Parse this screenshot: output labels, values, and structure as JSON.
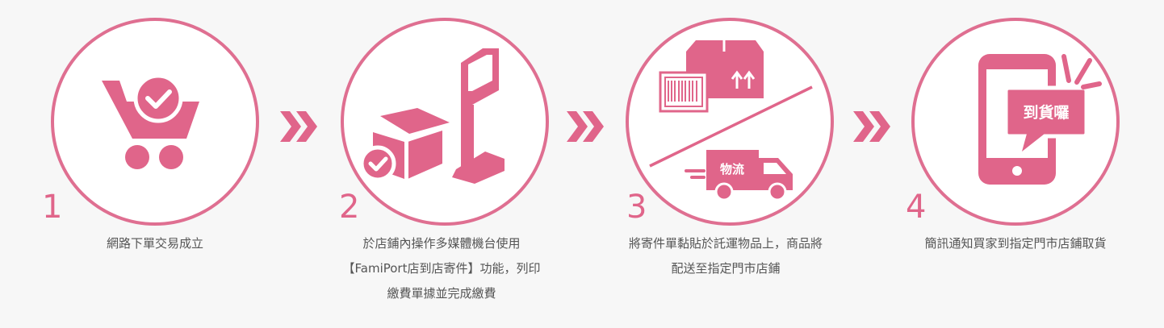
{
  "colors": {
    "accent": "#e0658a",
    "ring": "#df6f91",
    "text": "#555555",
    "background": "#f7f7f7"
  },
  "steps": [
    {
      "number": "1",
      "icon": "shopping-cart-check-icon",
      "caption_lines": [
        "網路下單交易成立"
      ]
    },
    {
      "number": "2",
      "icon": "kiosk-box-check-icon",
      "caption_lines": [
        "於店鋪內操作多媒體機台使用",
        "【FamiPort店到店寄件】功能，列印",
        "繳費單據並完成繳費"
      ]
    },
    {
      "number": "3",
      "icon": "parcel-label-truck-icon",
      "truck_label": "物流",
      "caption_lines": [
        "將寄件單黏貼於託運物品上，商品將",
        "配送至指定門市店鋪"
      ]
    },
    {
      "number": "4",
      "icon": "phone-notification-icon",
      "bubble_label": "到貨囉",
      "caption_lines": [
        "簡訊通知買家到指定門市店鋪取貨"
      ]
    }
  ],
  "arrows": [
    "double-chevron-right-icon",
    "double-chevron-right-icon",
    "double-chevron-right-icon"
  ]
}
